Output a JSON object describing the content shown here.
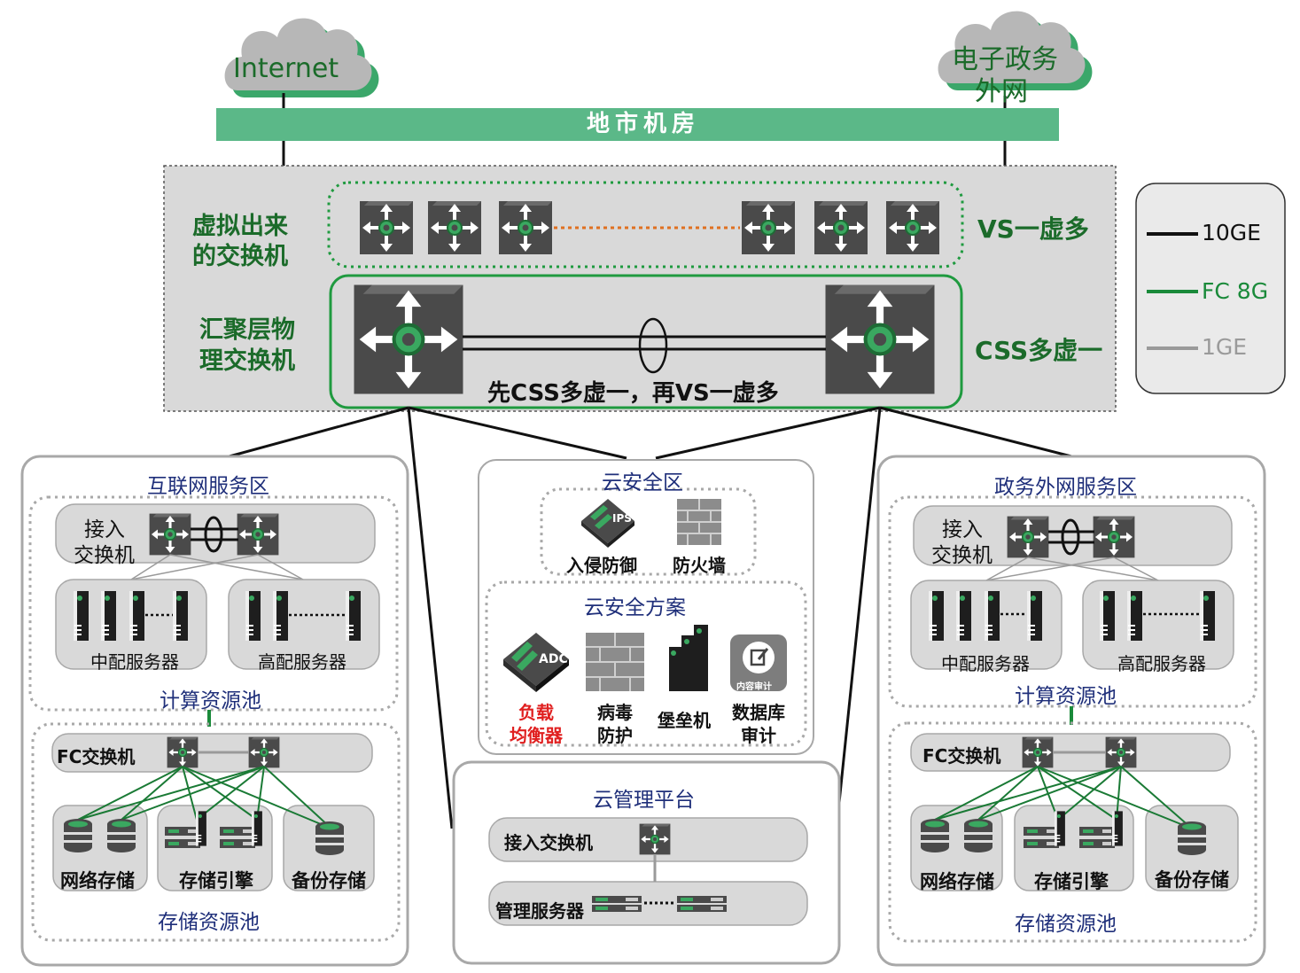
{
  "clouds": {
    "internet": "Internet",
    "egov_line1": "电子政务",
    "egov_line2": "外网"
  },
  "city_room": "地市机房",
  "core": {
    "virtual_label_1": "虚拟出来",
    "virtual_label_2": "的交换机",
    "vs_label": "VS一虚多",
    "agg_label_1": "汇聚层物",
    "agg_label_2": "理交换机",
    "css_label": "CSS多虚一",
    "combined_label": "先CSS多虚一，再VS一虚多"
  },
  "legend": {
    "items": [
      {
        "label": "10GE",
        "color": "#111111"
      },
      {
        "label": "FC 8G",
        "color": "#1a8a3a"
      },
      {
        "label": "1GE",
        "color": "#9a9a9a"
      }
    ]
  },
  "internet_zone": {
    "title": "互联网服务区",
    "access_switch_1": "接入",
    "access_switch_2": "交换机",
    "mid_servers": "中配服务器",
    "high_servers": "高配服务器",
    "compute_pool": "计算资源池",
    "fc_switch": "FC交换机",
    "net_storage": "网络存储",
    "storage_engine": "存储引擎",
    "backup_storage": "备份存储",
    "storage_pool": "存储资源池"
  },
  "egov_zone": {
    "title": "政务外网服务区",
    "access_switch_1": "接入",
    "access_switch_2": "交换机",
    "mid_servers": "中配服务器",
    "high_servers": "高配服务器",
    "compute_pool": "计算资源池",
    "fc_switch": "FC交换机",
    "net_storage": "网络存储",
    "storage_engine": "存储引擎",
    "backup_storage": "备份存储",
    "storage_pool": "存储资源池"
  },
  "security_zone": {
    "title": "云安全区",
    "ips_label": "入侵防御",
    "ips_icon_text": "IPS",
    "firewall_label": "防火墙",
    "solution_title": "云安全方案",
    "lb_label_1": "负载",
    "lb_label_2": "均衡器",
    "adc_icon_text": "ADC",
    "av_label_1": "病毒",
    "av_label_2": "防护",
    "bastion_label": "堡垒机",
    "db_audit_label_1": "数据库",
    "db_audit_label_2": "审计",
    "audit_icon_text": "内容审计"
  },
  "mgmt_zone": {
    "title": "云管理平台",
    "access_switch": "接入交换机",
    "mgmt_servers": "管理服务器"
  },
  "colors": {
    "green_band": "#5bb888",
    "dark_green_text": "#1b6b2a",
    "zone_border": "#a8a8a8",
    "navy_text": "#1f2f7a",
    "device_dark": "#4a4a4a",
    "device_green": "#3aa860"
  }
}
